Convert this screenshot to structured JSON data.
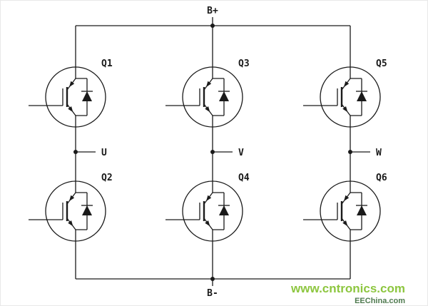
{
  "diagram": {
    "type": "three-phase-inverter-bridge",
    "symbol": "igbt-with-antiparallel-diode",
    "buses": {
      "top": "B+",
      "bottom": "B-"
    },
    "phases": [
      {
        "label": "U"
      },
      {
        "label": "V"
      },
      {
        "label": "W"
      }
    ],
    "transistors": [
      {
        "label": "Q1"
      },
      {
        "label": "Q2"
      },
      {
        "label": "Q3"
      },
      {
        "label": "Q4"
      },
      {
        "label": "Q5"
      },
      {
        "label": "Q6"
      }
    ],
    "colors": {
      "line": "#1a1a1a",
      "watermark": "#8dc63f",
      "brand": "#4f7a4f"
    },
    "watermark": {
      "text": "www.cntronics.com"
    },
    "brand": {
      "text": "EEChina.com"
    }
  }
}
